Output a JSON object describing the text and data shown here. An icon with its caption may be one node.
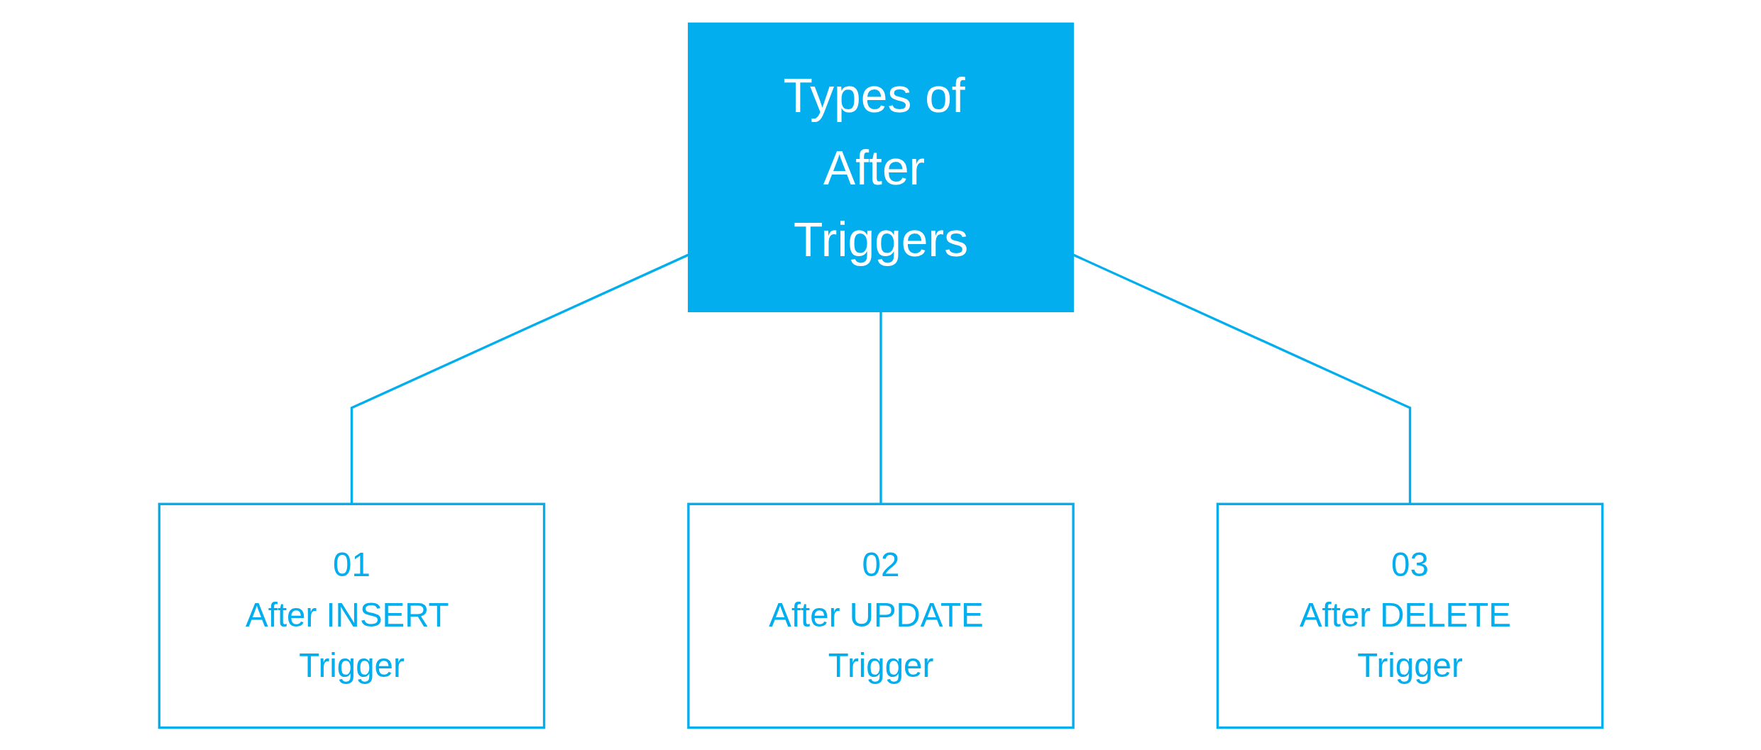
{
  "diagram": {
    "nodes": [
      {
        "text": [
          "Types of After Triggers"
        ]
      },
      {
        "text": [
          "01",
          "After INSERT Trigger"
        ]
      },
      {
        "text": [
          "02",
          "After UPDATE Trigger"
        ]
      },
      {
        "text": [
          "03",
          "After DELETE Trigger"
        ]
      }
    ],
    "edges": [
      {
        "from": 0,
        "to": 1,
        "arrow": "none"
      },
      {
        "from": 0,
        "to": 2,
        "arrow": "none"
      },
      {
        "from": 0,
        "to": 3,
        "arrow": "none"
      }
    ]
  }
}
